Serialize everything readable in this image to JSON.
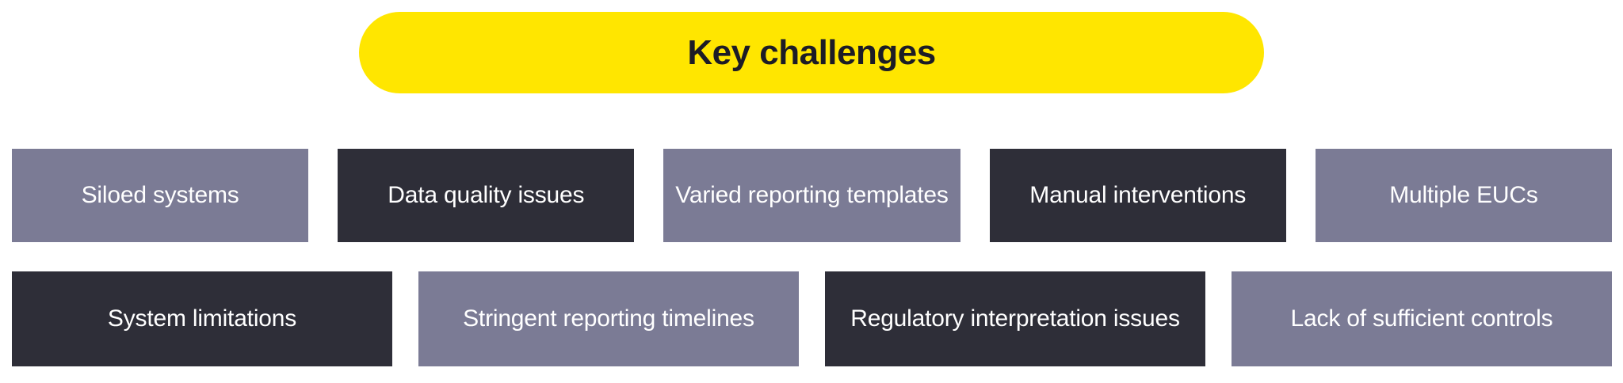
{
  "title_banner": {
    "label": "Key challenges"
  },
  "colors": {
    "page_bg": "#FFFFFF",
    "banner_bg": "#FFE600",
    "banner_text": "#1C1C26",
    "dark_box": "#2E2E38",
    "gray_box": "#7B7B95",
    "box_text": "#FFFFFF"
  },
  "rows": [
    {
      "items": [
        {
          "label": "Siloed systems",
          "variant": "gray"
        },
        {
          "label": "Data quality issues",
          "variant": "dark"
        },
        {
          "label": "Varied reporting templates",
          "variant": "gray"
        },
        {
          "label": "Manual interventions",
          "variant": "dark"
        },
        {
          "label": "Multiple EUCs",
          "variant": "gray"
        }
      ]
    },
    {
      "items": [
        {
          "label": "System limitations",
          "variant": "dark"
        },
        {
          "label": "Stringent reporting timelines",
          "variant": "gray"
        },
        {
          "label": "Regulatory interpretation issues",
          "variant": "dark"
        },
        {
          "label": "Lack of sufficient controls",
          "variant": "gray"
        }
      ]
    }
  ]
}
